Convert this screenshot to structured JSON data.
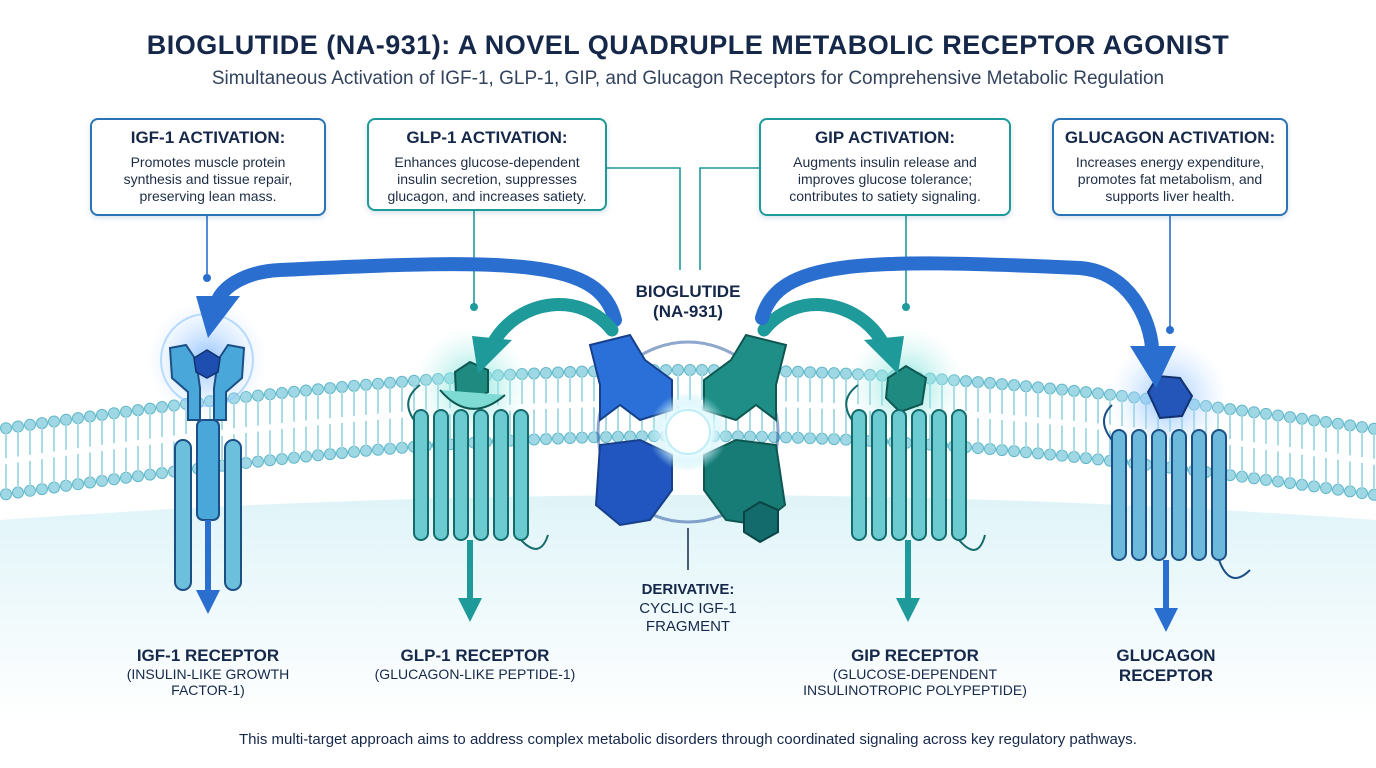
{
  "header": {
    "title": "BIOGLUTIDE (NA-931): A NOVEL QUADRUPLE METABOLIC RECEPTOR AGONIST",
    "subtitle": "Simultaneous Activation of IGF-1, GLP-1, GIP, and Glucagon Receptors for Comprehensive Metabolic Regulation"
  },
  "cards": {
    "igf1": {
      "title": "IGF-1 ACTIVATION:",
      "text": "Promotes muscle protein synthesis and tissue repair, preserving lean mass."
    },
    "glp1": {
      "title": "GLP-1 ACTIVATION:",
      "text": "Enhances glucose-dependent insulin secretion, suppresses glucagon, and increases satiety."
    },
    "gip": {
      "title": "GIP ACTIVATION:",
      "text": "Augments insulin release and improves glucose tolerance; contributes to satiety signaling."
    },
    "glucagon": {
      "title": "GLUCAGON ACTIVATION:",
      "text": "Increases energy expenditure, promotes fat metabolism, and supports liver health."
    }
  },
  "center": {
    "name_line1": "BIOGLUTIDE",
    "name_line2": "(NA-931)",
    "derivative_title": "DERIVATIVE:",
    "derivative_line1": "CYCLIC IGF-1",
    "derivative_line2": "FRAGMENT"
  },
  "receptors": {
    "igf1": {
      "name": "IGF-1 RECEPTOR",
      "sub1": "(INSULIN-LIKE GROWTH",
      "sub2": "FACTOR-1)"
    },
    "glp1": {
      "name": "GLP-1 RECEPTOR",
      "sub1": "(GLUCAGON-LIKE PEPTIDE-1)"
    },
    "gip": {
      "name": "GIP RECEPTOR",
      "sub1": "(GLUCOSE-DEPENDENT",
      "sub2": "INSULINOTROPIC POLYPEPTIDE)"
    },
    "glucagon": {
      "name1": "GLUCAGON",
      "name2": "RECEPTOR"
    }
  },
  "footer": "This multi-target approach aims to address complex metabolic disorders through coordinated signaling across key regulatory pathways.",
  "colors": {
    "blue": "#2a6fd0",
    "teal": "#1f9a9a",
    "membrane": "#9fd8e4",
    "navy": "#16284a"
  }
}
